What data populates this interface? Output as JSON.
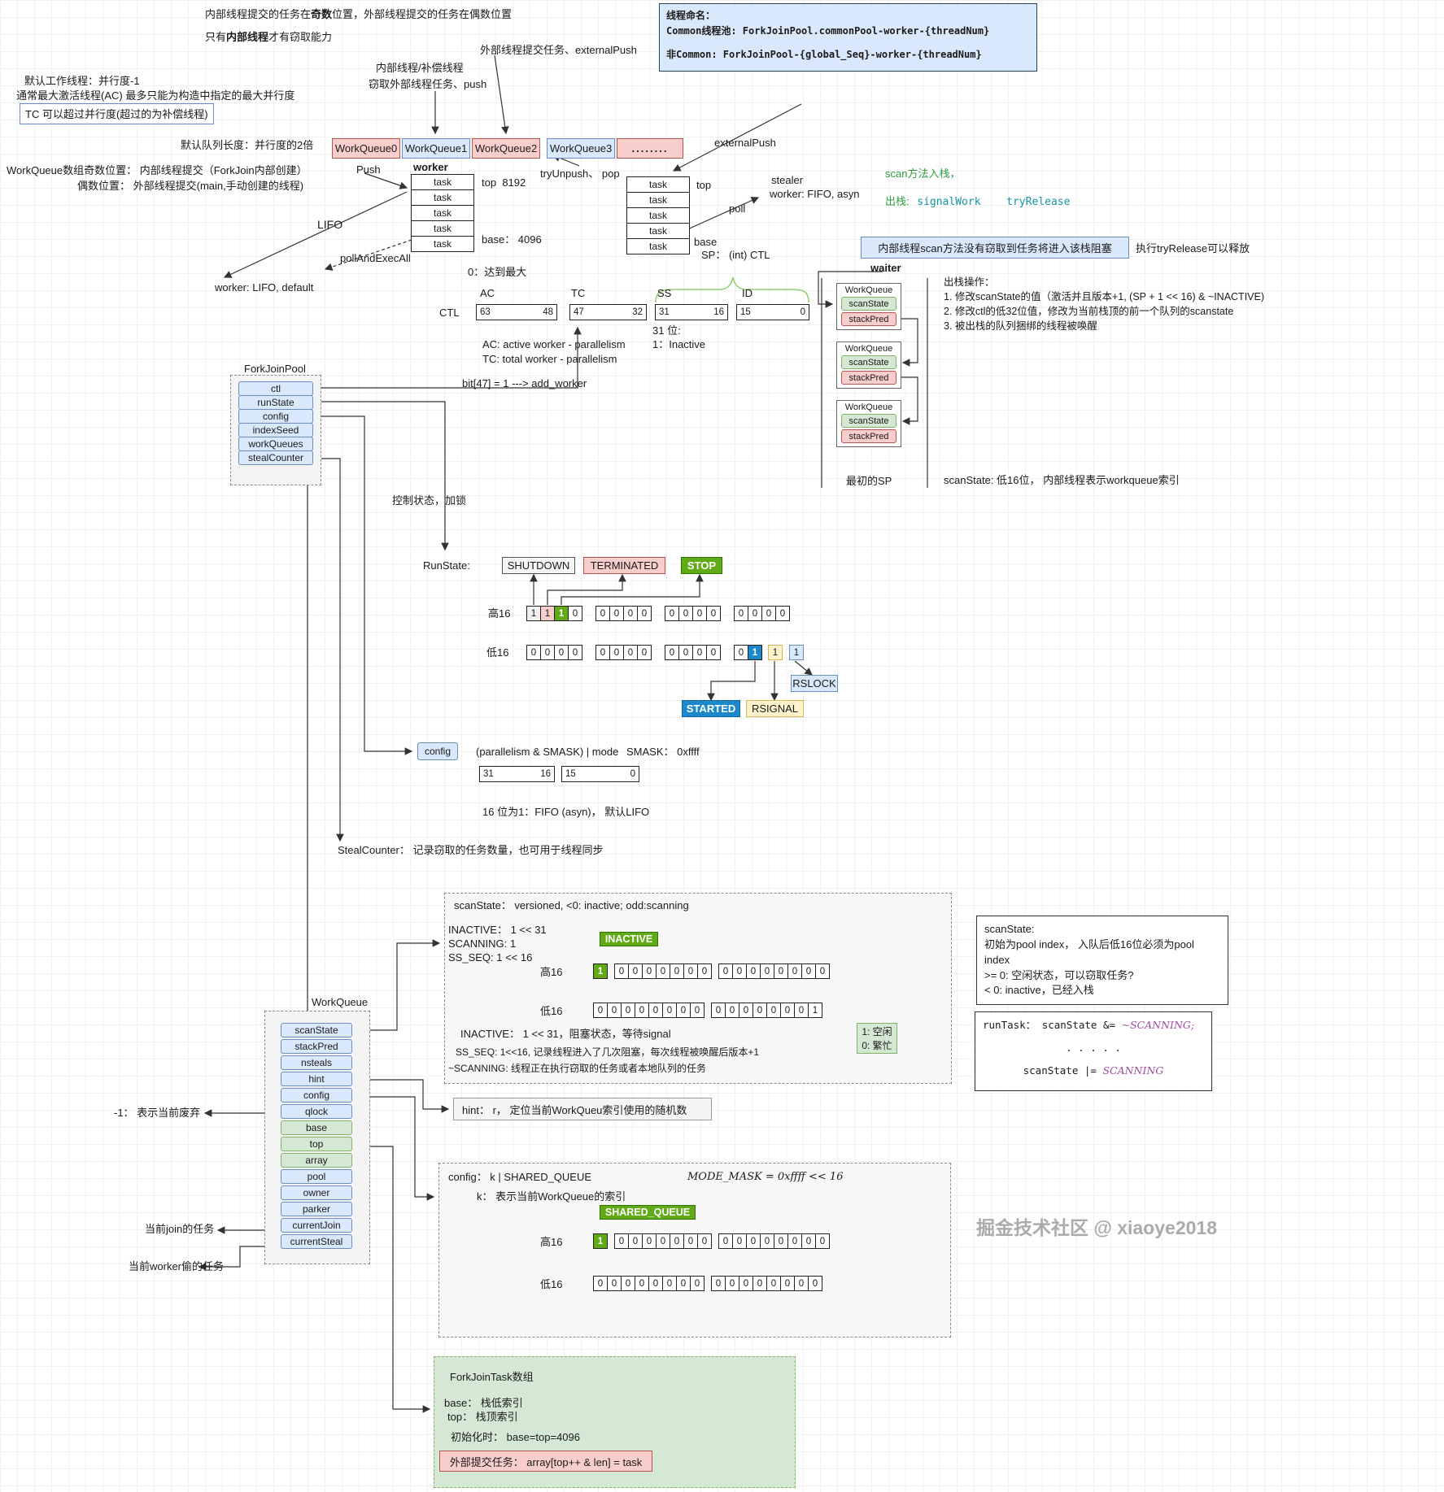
{
  "colors": {
    "pink": "#f8cecc",
    "pink_border": "#b85450",
    "blue": "#dae8fc",
    "blue_border": "#6c8ebf",
    "green": "#d5e8d4",
    "green_border": "#82b366",
    "solid_green": "#60a917",
    "solid_blue": "#1c87c9",
    "yellow": "#fff2cc",
    "yellow_border": "#d6b656",
    "note_green": "#2e9e3f",
    "note_teal": "#1397a3"
  },
  "top": {
    "note1a": "内部线程提交的任务在",
    "note1b": "奇数",
    "note1c": "位置，外部线程提交的任务在偶数位置",
    "note2a": "只有",
    "note2b": "内部线程",
    "note2c": "才有窃取能力",
    "external_submit": "外部线程提交任务、externalPush",
    "internal_comp": "内部线程/补偿线程",
    "steal_push": "窃取外部线程任务、push",
    "default_worker": "默认工作线程：并行度-1",
    "max_active": "通常最大激活线程(AC) 最多只能为构造中指定的最大并行度",
    "tc_over": "TC 可以超过并行度(超过的为补偿线程)",
    "default_len": "默认队列长度：并行度的2倍",
    "odd_pos": "WorkQueue数组奇数位置： 内部线程提交（ForkJoin内部创建）",
    "even_pos": "偶数位置： 外部线程提交(main,手动创建的线程)"
  },
  "naming": {
    "title": "线程命名：",
    "common": "Common线程池: ForkJoinPool.commonPool-worker-{threadNum}",
    "noncommon": "非Common: ForkJoinPool-{global_Seq}-worker-{threadNum}"
  },
  "queues": {
    "items": [
      "WorkQueue0",
      "WorkQueue1",
      "WorkQueue2",
      "WorkQueue3",
      "........"
    ],
    "worker": "worker",
    "external_push": "externalPush"
  },
  "deque": {
    "push": "Push",
    "try_unpush": "tryUnpush、 pop",
    "task": "task",
    "top1": "top",
    "top1_val": "8192",
    "base1": "base： 4096",
    "top2": "top",
    "base2": "base",
    "stealer": "stealer",
    "fifo": "worker: FIFO, asyn",
    "poll": "poll",
    "lifo": "LIFO",
    "poll_exec": "pollAndExecAll",
    "worker_lifo": "worker: LIFO, default",
    "max_note": "0：达到最大"
  },
  "scan_notes": {
    "in": "scan方法入栈，",
    "out": "出栈:",
    "m1": "signalWork",
    "m2": "tryRelease"
  },
  "ctl": {
    "sp": "SP： (int) CTL",
    "blocked": "内部线程scan方法没有窃取到任务将进入该栈阻塞",
    "release": "执行tryRelease可以释放",
    "waiter": "waiter",
    "label": "CTL",
    "ac": "AC",
    "tc": "TC",
    "ss": "SS",
    "id": "ID",
    "b1h": "63",
    "b1l": "48",
    "b2h": "47",
    "b2l": "32",
    "b3h": "31",
    "b3l": "16",
    "b4h": "15",
    "b4l": "0",
    "bit31": "31 位:",
    "bit31v": "1：Inactive",
    "ac_desc": "AC: active worker - parallelism",
    "tc_desc": "TC: total worker - parallelism",
    "bit47": "bit[47] = 1 --->  add_worker"
  },
  "pool": {
    "title": "ForkJoinPool",
    "fields": [
      "ctl",
      "runState",
      "config",
      "indexSeed",
      "workQueues",
      "stealCounter"
    ],
    "ctl_note": "控制状态，加锁"
  },
  "waiter_stack": {
    "box_title": "WorkQueue",
    "f1": "scanState",
    "f2": "stackPred",
    "initial_sp": "最初的SP",
    "ops": [
      "出栈操作：",
      "1. 修改scanState的值（激活并且版本+1, (SP + 1 << 16) & ~INACTIVE)",
      "2. 修改ctl的低32位值，修改为当前栈顶的前一个队列的scanstate",
      "3. 被出栈的队列捆绑的线程被唤醒"
    ],
    "note": "scanState: 低16位， 内部线程表示workqueue索引"
  },
  "run_state": {
    "label": "RunState:",
    "shutdown": "SHUTDOWN",
    "terminated": "TERMINATED",
    "stop": "STOP",
    "hi": "高16",
    "lo": "低16",
    "hi_groups": [
      [
        {
          "v": "1",
          "s": "gray"
        },
        {
          "v": "1",
          "s": "pink"
        },
        {
          "v": "1",
          "s": "green"
        },
        "0"
      ],
      [
        "0",
        "0",
        "0",
        "0"
      ],
      [
        "0",
        "0",
        "0",
        "0"
      ],
      [
        "0",
        "0",
        "0",
        "0"
      ]
    ],
    "lo_groups": [
      [
        "0",
        "0",
        "0",
        "0"
      ],
      [
        "0",
        "0",
        "0",
        "0"
      ],
      [
        "0",
        "0",
        "0",
        "0"
      ],
      [
        "0",
        {
          "v": "1",
          "s": "blue"
        }
      ]
    ],
    "lo_singles": [
      [
        {
          "v": "1",
          "s": "yellow"
        }
      ],
      [
        {
          "v": "1",
          "s": "lightblue"
        }
      ]
    ],
    "started": "STARTED",
    "rsignal": "RSIGNAL",
    "rslock": "RSLOCK"
  },
  "config_row": {
    "label": "config",
    "formula": "(parallelism & SMASK) | mode",
    "smask": "SMASK： 0xffff",
    "bh": "31",
    "bl": "16",
    "bh2": "15",
    "bl2": "0",
    "fifo": "16 位为1：FIFO (asyn)， 默认LIFO"
  },
  "steal_note": "StealCounter： 记录窃取的任务数量，也可用于线程同步",
  "wq": {
    "title": "WorkQueue",
    "fields": [
      {
        "n": "scanState"
      },
      {
        "n": "stackPred"
      },
      {
        "n": "nsteals"
      },
      {
        "n": "hint"
      },
      {
        "n": "config"
      },
      {
        "n": "qlock"
      },
      {
        "n": "base"
      },
      {
        "n": "top"
      },
      {
        "n": "array"
      },
      {
        "n": "pool"
      },
      {
        "n": "owner"
      },
      {
        "n": "parker"
      },
      {
        "n": "currentJoin"
      },
      {
        "n": "currentSteal"
      }
    ],
    "qlock_note": "-1： 表示当前废弃",
    "join_note": "当前join的任务",
    "steal_note": "当前worker偷的任务"
  },
  "scan_sec": {
    "header": "scanState： versioned, <0: inactive; odd:scanning",
    "inactive": "INACTIVE： 1 << 31",
    "scanning": "SCANNING: 1",
    "ss_seq": "SS_SEQ: 1 << 16",
    "tag": "INACTIVE",
    "hi": "高16",
    "lo": "低16",
    "hi_groups": [
      [
        {
          "v": "1",
          "s": "green"
        }
      ],
      [
        "0",
        "0",
        "0",
        "0",
        "0",
        "0",
        "0"
      ],
      [
        "0",
        "0",
        "0",
        "0",
        "0",
        "0",
        "0",
        "0"
      ]
    ],
    "lo_groups": [
      [
        "0",
        "0",
        "0",
        "0",
        "0",
        "0",
        "0",
        "0"
      ],
      [
        "0",
        "0",
        "0",
        "0",
        "0",
        "0",
        "0",
        "1"
      ]
    ],
    "n1": "INACTIVE： 1 << 31，阻塞状态，等待signal",
    "n2": "SS_SEQ: 1<<16, 记录线程进入了几次阻塞，每次线程被唤醒后版本+1",
    "n3": "~SCANNING: 线程正在执行窃取的任务或者本地队列的任务",
    "idle": "1: 空闲",
    "busy": "0: 繁忙"
  },
  "scan_info": {
    "l1": "scanState:",
    "l2": "初始为pool index， 入队后低16位必须为pool index",
    "l3": ">= 0: 空闲状态，可以窃取任务?",
    "l4": "< 0: inactive，已经入栈"
  },
  "runtask": {
    "pre1": "runTask： scanState &= ",
    "it1": "~SCANNING;",
    "dots": ". . . . .",
    "pre2": "scanState  |= ",
    "it2": "SCANNING"
  },
  "hint_note": "hint： r， 定位当前WorkQueu索引使用的随机数",
  "config_sec": {
    "header": "config： k | SHARED_QUEUE",
    "mode_mask": "MODE_MASK = 0xffff << 16",
    "k_note": "k： 表示当前WorkQueue的索引",
    "tag": "SHARED_QUEUE",
    "hi": "高16",
    "lo": "低16",
    "hi_groups": [
      [
        {
          "v": "1",
          "s": "green"
        }
      ],
      [
        "0",
        "0",
        "0",
        "0",
        "0",
        "0",
        "0"
      ],
      [
        "0",
        "0",
        "0",
        "0",
        "0",
        "0",
        "0",
        "0"
      ]
    ],
    "lo_groups": [
      [
        "0",
        "0",
        "0",
        "0",
        "0",
        "0",
        "0",
        "0"
      ],
      [
        "0",
        "0",
        "0",
        "0",
        "0",
        "0",
        "0",
        "0"
      ]
    ]
  },
  "task_array": {
    "title": "ForkJoinTask数组",
    "base": "base： 栈低索引",
    "top": "top： 栈顶索引",
    "init": "初始化时： base=top=4096",
    "submit": "外部提交任务： array[top++ & len] = task"
  },
  "watermark": "掘金技术社区 @ xiaoye2018"
}
